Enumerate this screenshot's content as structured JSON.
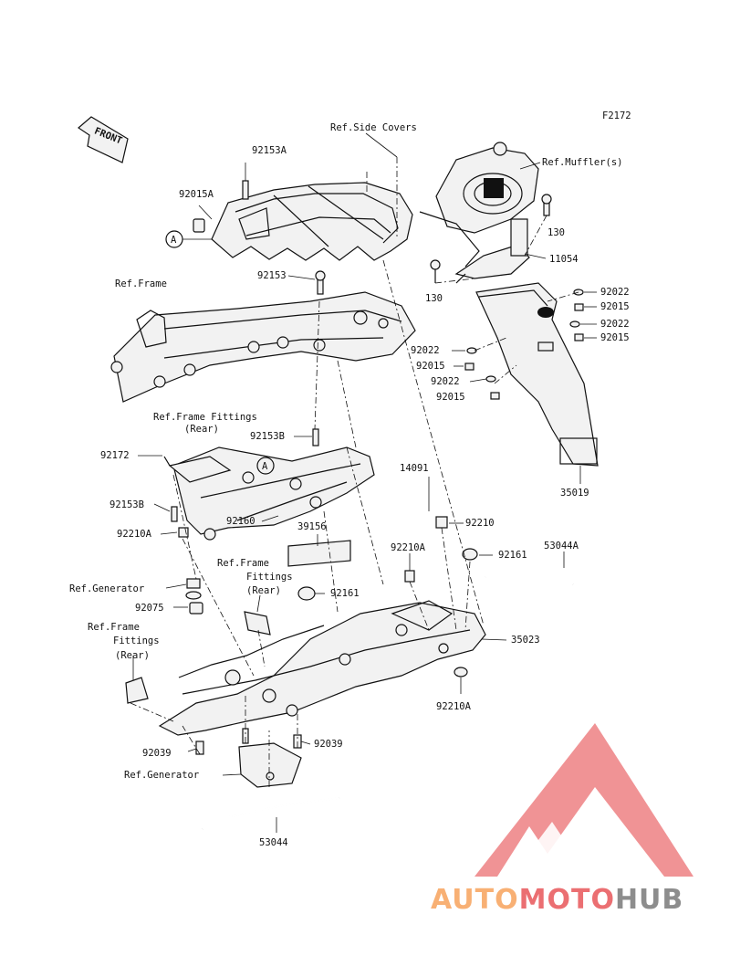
{
  "figure": {
    "code": "F2172"
  },
  "front_marker": {
    "text": "FRONT"
  },
  "callout_marker": {
    "text": "A"
  },
  "labels": {
    "ref_side_covers": "Ref.Side Covers",
    "ref_mufflers": "Ref.Muffler(s)",
    "ref_frame": "Ref.Frame",
    "ref_frame_fittings_rear_1a": "Ref.Frame Fittings",
    "ref_frame_fittings_rear_1b": "(Rear)",
    "ref_frame_fittings_rear_2a": "Ref.Frame",
    "ref_frame_fittings_rear_2b": "Fittings",
    "ref_frame_fittings_rear_2c": "(Rear)",
    "ref_frame_fittings_rear_3a": "Ref.Frame",
    "ref_frame_fittings_rear_3b": "Fittings",
    "ref_frame_fittings_rear_3c": "(Rear)",
    "ref_generator_1": "Ref.Generator",
    "ref_generator_2": "Ref.Generator",
    "p_92153A": "92153A",
    "p_92015A": "92015A",
    "p_92153_top": "92153",
    "p_130_a": "130",
    "p_130_b": "130",
    "p_11054": "11054",
    "p_92022_a": "92022",
    "p_92015_a": "92015",
    "p_92022_b": "92022",
    "p_92015_b": "92015",
    "p_92022_c": "92022",
    "p_92015_c": "92015",
    "p_92022_d": "92022",
    "p_92015_d": "92015",
    "p_35019": "35019",
    "p_14091": "14091",
    "p_92172": "92172",
    "p_92153B_a": "92153B",
    "p_92153B_b": "92153B",
    "p_92210A_a": "92210A",
    "p_92160": "92160",
    "p_39156": "39156",
    "p_92210": "92210",
    "p_92210A_b": "92210A",
    "p_92161_a": "92161",
    "p_53044A": "53044A",
    "p_92161_b": "92161",
    "p_92075": "92075",
    "p_35023": "35023",
    "p_92210A_c": "92210A",
    "p_92039_a": "92039",
    "p_92039_b": "92039",
    "p_53044": "53044"
  },
  "watermark": {
    "part1": "AUTO",
    "part2": "MOTO",
    "part3": "HUB",
    "color_orange": "#f7a35c",
    "color_red": "#e8575a",
    "color_gray": "#7a7a7a"
  }
}
